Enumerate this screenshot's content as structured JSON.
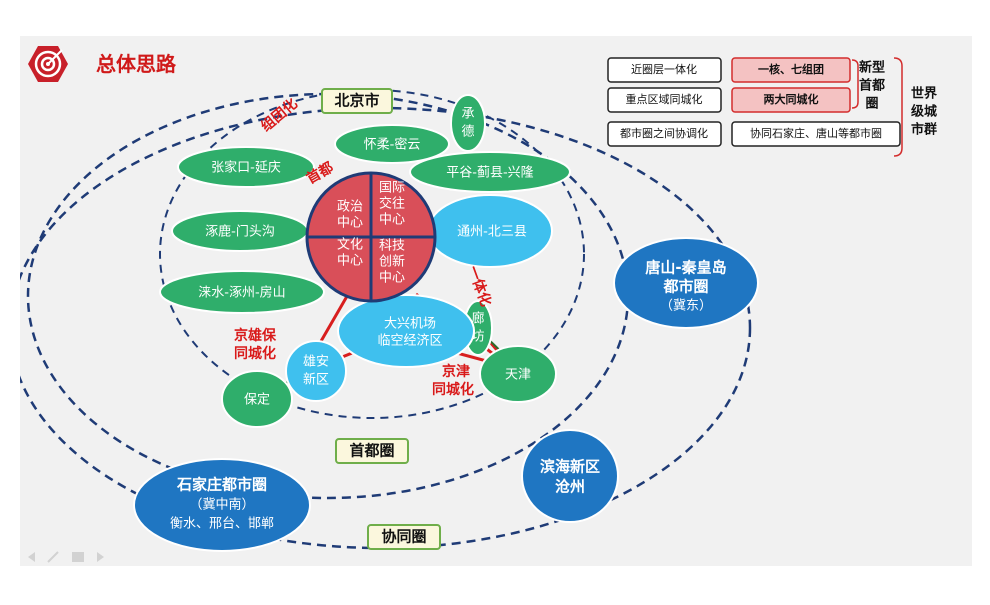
{
  "header": {
    "title": "总体思路",
    "icon": "target-icon"
  },
  "rings": {
    "beijing": "北京市",
    "capital": "首都圈",
    "cooperation": "协同圈"
  },
  "arc_labels": {
    "group": "组团化",
    "shoudu": "首都",
    "integration": "一体化"
  },
  "core": {
    "q1": [
      "政治",
      "中心"
    ],
    "q2": [
      "国际",
      "交往",
      "中心"
    ],
    "q3": [
      "文化",
      "中心"
    ],
    "q4": [
      "科技",
      "创新",
      "中心"
    ]
  },
  "nodes": {
    "chengde": [
      "承",
      "德"
    ],
    "huairou": "怀柔-密云",
    "zhangjiakou": "张家口-延庆",
    "pinggu": "平谷-蓟县-兴隆",
    "zhuolu": "涿鹿-门头沟",
    "tongzhou": "通州-北三县",
    "laishui": "涞水-涿州-房山",
    "airport": [
      "大兴机场",
      "临空经济区"
    ],
    "langfang": [
      "廊",
      "坊"
    ],
    "xiongan": [
      "雄安",
      "新区"
    ],
    "baoding": "保定",
    "tianjin": "天津",
    "tangshan": [
      "唐山-秦皇岛",
      "都市圈",
      "（冀东）"
    ],
    "shijiazhuang": [
      "石家庄都市圈",
      "（冀中南）",
      "衡水、邢台、邯郸"
    ],
    "binhai": [
      "滨海新区",
      "沧州"
    ]
  },
  "links": {
    "jingxiongbao": [
      "京雄保",
      "同城化"
    ],
    "jingjin": [
      "京津",
      "同城化"
    ]
  },
  "legend": {
    "left": [
      "近圈层一体化",
      "重点区域同城化",
      "都市圈之间协调化"
    ],
    "middle": [
      "一核、七组团",
      "两大同城化",
      "协同石家庄、唐山等都市圈"
    ],
    "group1": [
      "新型",
      "首都",
      "圈"
    ],
    "group2": [
      "世界",
      "级城",
      "市群"
    ]
  },
  "colors": {
    "accent_red": "#d01a1a",
    "green_node": "#2fae6b",
    "light_blue": "#3fc0ee",
    "dark_blue": "#1f76c2",
    "core_red": "#d94f59",
    "dash_navy": "#1f3b76"
  }
}
